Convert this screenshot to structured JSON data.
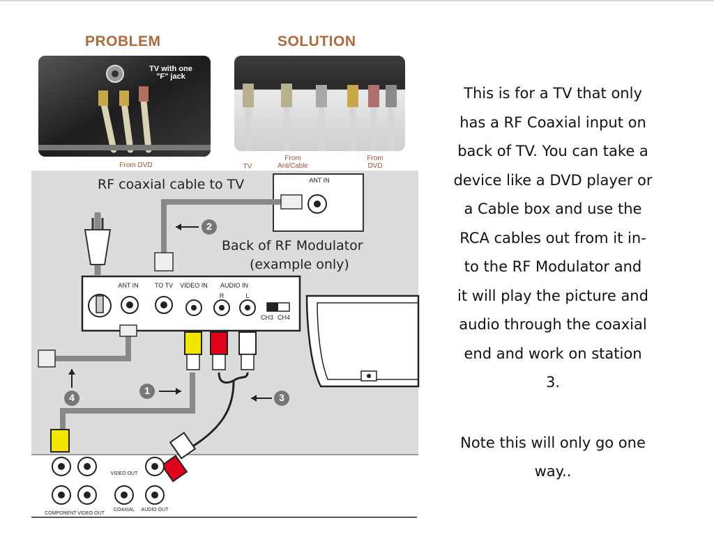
{
  "photos": {
    "problem_title": "PROBLEM",
    "solution_title": "SOLUTION",
    "problem_overlay": "TV with one \"F\" jack",
    "from_dvd_left": "From DVD",
    "tv_label": "TV",
    "from_ant_cable": "From Ant/Cable",
    "from_dvd_right": "From DVD"
  },
  "diagram": {
    "rf_cable_label": "RF coaxial cable to TV",
    "tv_ant_in": "ANT IN",
    "modulator_title": "Back of RF Modulator",
    "modulator_subtitle": "(example only)",
    "port_ant_in": "ANT IN",
    "port_to_tv": "TO TV",
    "port_video_in": "VIDEO IN",
    "port_audio_in": "AUDIO IN",
    "port_audio_r": "R",
    "port_audio_l": "L",
    "switch_ch3": "CH3",
    "switch_ch4": "CH4",
    "step_1": "1",
    "step_2": "2",
    "step_3": "3",
    "step_4": "4",
    "dvd_component_out": "COMPONENT VIDEO OUT",
    "dvd_video_out": "VIDEO OUT",
    "dvd_coaxial": "COAXIAL",
    "dvd_audio_out": "AUDIO OUT"
  },
  "note": {
    "lines": [
      "This is for a TV that only",
      "has a RF Coaxial input on",
      "back of TV. You can take a",
      "device like a DVD player or",
      "a Cable box and use the",
      "RCA cables out from it in-",
      "to the RF  Modulator and",
      "it will play the picture and",
      "audio through the coaxial",
      "end and work on station",
      "3."
    ],
    "footer_lines": [
      "Note this will only go one",
      "way.."
    ]
  },
  "colors": {
    "label_brown": "#b06a3b",
    "video_yellow": "#f2e600",
    "audio_red": "#e0001b",
    "audio_white": "#ffffff",
    "panel_gray": "#dcdcdc"
  }
}
